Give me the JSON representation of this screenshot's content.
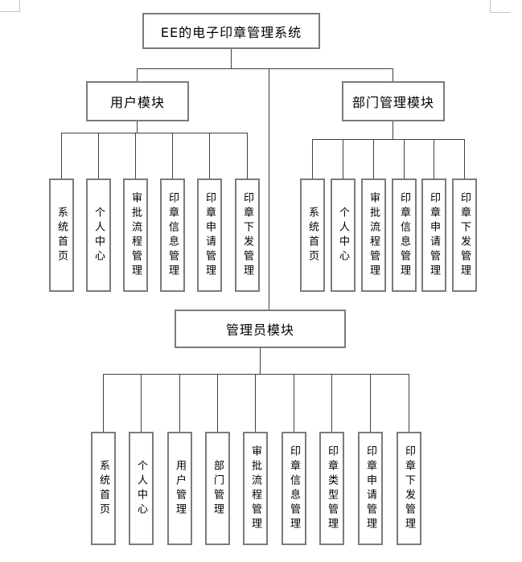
{
  "diagram": {
    "root_label": "EE的电子印章管理系统",
    "modules": [
      {
        "label": "用户模块",
        "children": [
          "系统首页",
          "个人中心",
          "审批流程管理",
          "印章信息管理",
          "印章申请管理",
          "印章下发管理"
        ]
      },
      {
        "label": "部门管理模块",
        "children": [
          "系统首页",
          "个人中心",
          "审批流程管理",
          "印章信息管理",
          "印章申请管理",
          "印章下发管理"
        ]
      },
      {
        "label": "管理员模块",
        "children": [
          "系统首页",
          "个人中心",
          "用户管理",
          "部门管理",
          "审批流程管理",
          "印章信息管理",
          "印章类型管理",
          "印章申请管理",
          "印章下发管理"
        ]
      }
    ],
    "colors": {
      "box_border": "#7b7b7b",
      "connector": "#404040",
      "text": "#000000",
      "background": "#ffffff",
      "corner_mark": "#c4c4c4"
    }
  }
}
